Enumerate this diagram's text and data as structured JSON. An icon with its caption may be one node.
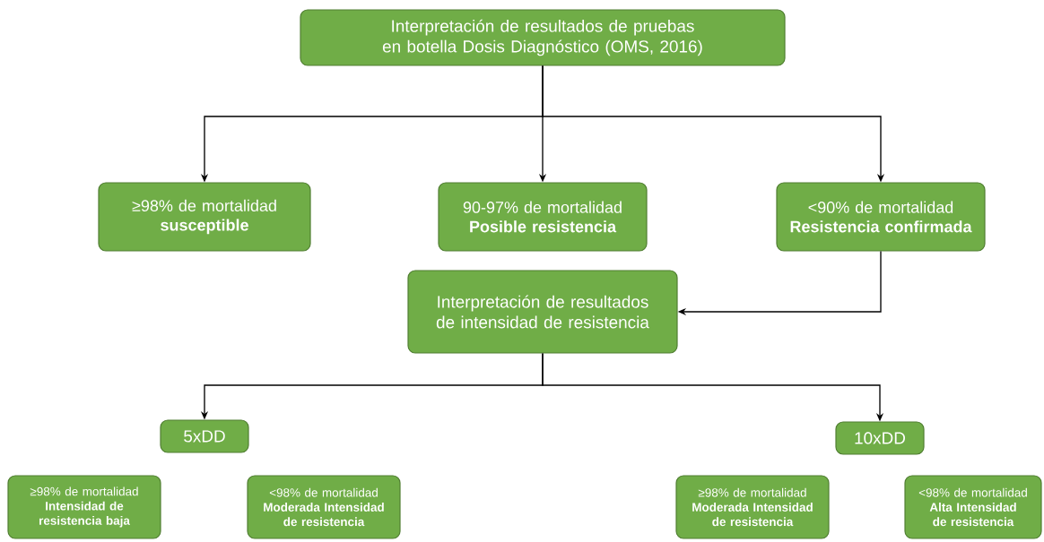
{
  "diagram": {
    "nodes": [
      {
        "text": [
          "Interpretación de resultados de pruebas en botella Dosis Diagnóstico (OMS, 2016)"
        ]
      },
      {
        "text": [
          "≥98% de mortalidad",
          "susceptible"
        ]
      },
      {
        "text": [
          "90-97% de mortalidad",
          "Posible resistencia"
        ]
      },
      {
        "text": [
          "<90% de mortalidad",
          "Resistencia confirmada"
        ]
      },
      {
        "text": [
          "Interpretación de resultados de intensidad de resistencia"
        ]
      },
      {
        "text": [
          "5xDD"
        ]
      },
      {
        "text": [
          "10xDD"
        ]
      },
      {
        "text": [
          "≥98% de mortalidad",
          "Intensidad de resistencia baja"
        ]
      },
      {
        "text": [
          "<98% de mortalidad",
          "Moderada Intensidad de resistencia"
        ]
      },
      {
        "text": [
          "≥98% de mortalidad",
          "Moderada Intensidad de resistencia"
        ]
      },
      {
        "text": [
          "<98% de mortalidad",
          "Alta Intensidad de resistencia"
        ]
      }
    ],
    "edges": [
      {
        "from": 0,
        "to": 1,
        "arrow": "to"
      },
      {
        "from": 0,
        "to": 2,
        "arrow": "to"
      },
      {
        "from": 0,
        "to": 3,
        "arrow": "to"
      },
      {
        "from": 3,
        "to": 4,
        "arrow": "to"
      },
      {
        "from": 4,
        "to": 5,
        "arrow": "to"
      },
      {
        "from": 4,
        "to": 6,
        "arrow": "to"
      }
    ]
  }
}
